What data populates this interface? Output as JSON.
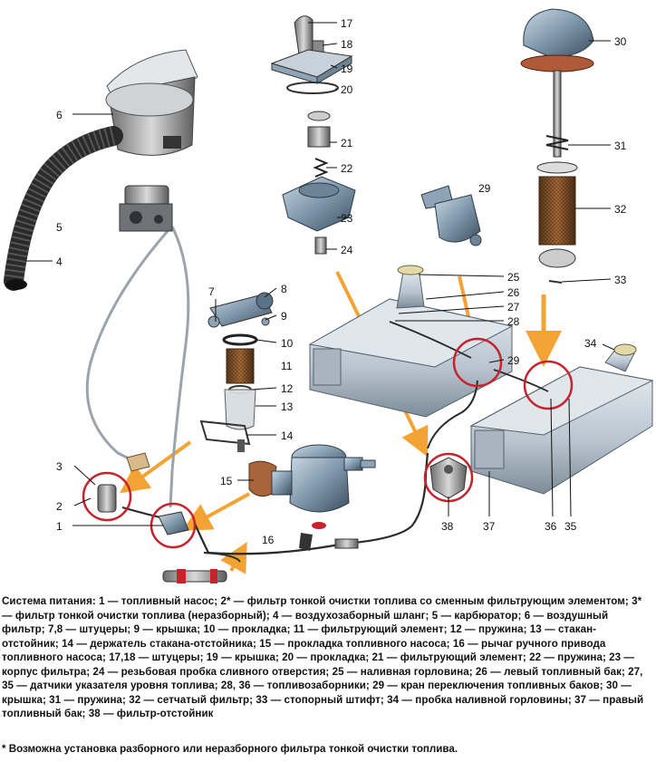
{
  "callouts": [
    "1",
    "2",
    "3",
    "4",
    "5",
    "6",
    "7",
    "8",
    "9",
    "10",
    "11",
    "12",
    "13",
    "14",
    "15",
    "16",
    "17",
    "18",
    "19",
    "20",
    "21",
    "22",
    "23",
    "24",
    "25",
    "26",
    "27",
    "28",
    "29",
    "29",
    "30",
    "31",
    "32",
    "33",
    "34",
    "35",
    "36",
    "37",
    "38"
  ],
  "caption": "Система питания: 1 — топливный насос; 2* — фильтр тонкой очистки топлива со сменным фильтрующим элементом; 3* — фильтр тонкой очистки топлива (неразборный); 4 — воздухозаборный шланг; 5 — карбюратор; 6 — воздушный фильтр; 7,8 — штуцеры; 9 — крышка; 10 — прокладка; 11 — фильтрующий элемент; 12 — пружина; 13 — стакан-отстойник; 14 — держатель стакана-отстойника; 15 — прокладка топливного насоса; 16 — рычаг ручного привода топливного насоса; 17,18 — штуцеры; 19 — крышка; 20 — прокладка; 21 — фильтрующий элемент; 22 — пружина; 23 — корпус фильтра; 24 — резьбовая пробка сливного отверстия; 25 — наливная горловина; 26 — левый топливный бак; 27, 35 — датчики указателя уровня топлива; 28, 36 — топливозаборники; 29 — кран переключения топливных баков; 30 — крышка; 31 — пружина; 32 — сетчатый фильтр; 33 — стопорный штифт; 34 — пробка наливной горловины; 37 — правый топливный бак; 38 — фильтр-отстойник",
  "footnote": "* Возможна установка разборного или неразборного фильтра тонкой очистки топлива.",
  "colors": {
    "part_blue": "#7f97ab",
    "part_dark": "#3c4f60",
    "tank_silver": "#c7d1da",
    "arrow_orange": "#f29a1f",
    "circle_red": "#c8232c",
    "hose_black": "#2b2b2b"
  }
}
